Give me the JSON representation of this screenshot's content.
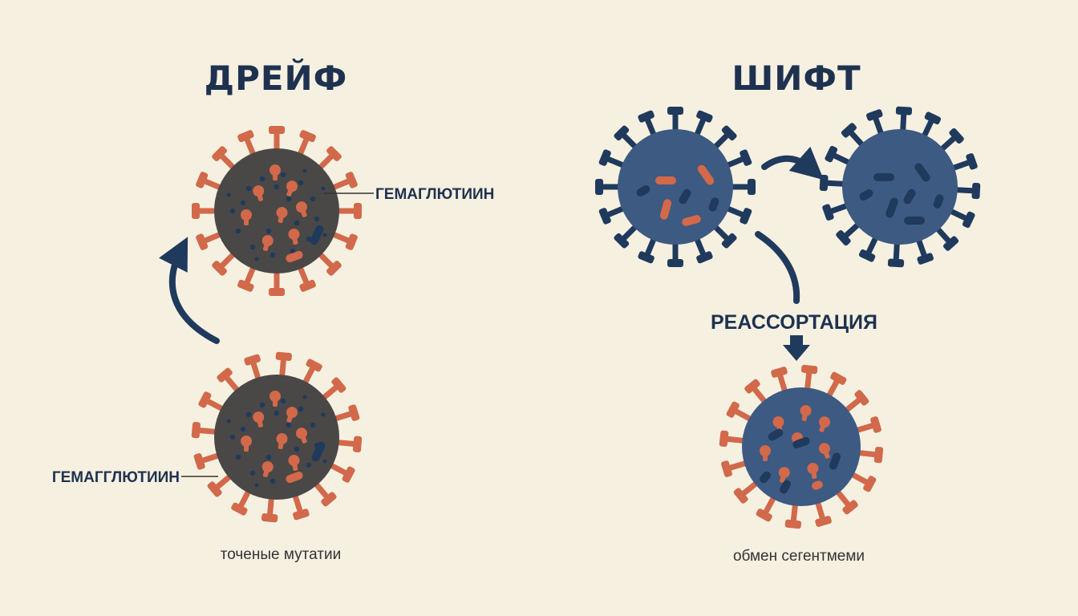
{
  "colors": {
    "background": "#f6f0e1",
    "navy": "#1f3a5c",
    "orange": "#d2694a",
    "drift_body": "#4a4747",
    "shift_body": "#3d5a82",
    "text": "#1e3250",
    "caption": "#333333"
  },
  "drift": {
    "title": "ДРЕЙФ",
    "label_top": "ГЕМАГЛЮТИИН",
    "label_bottom": "ГЕМАГГЛЮТИИН",
    "caption": "точеные мутатии"
  },
  "shift": {
    "title": "ШИФТ",
    "reassortment_label": "РЕАССОРТАЦИЯ",
    "caption": "обмен сегентмеми"
  }
}
